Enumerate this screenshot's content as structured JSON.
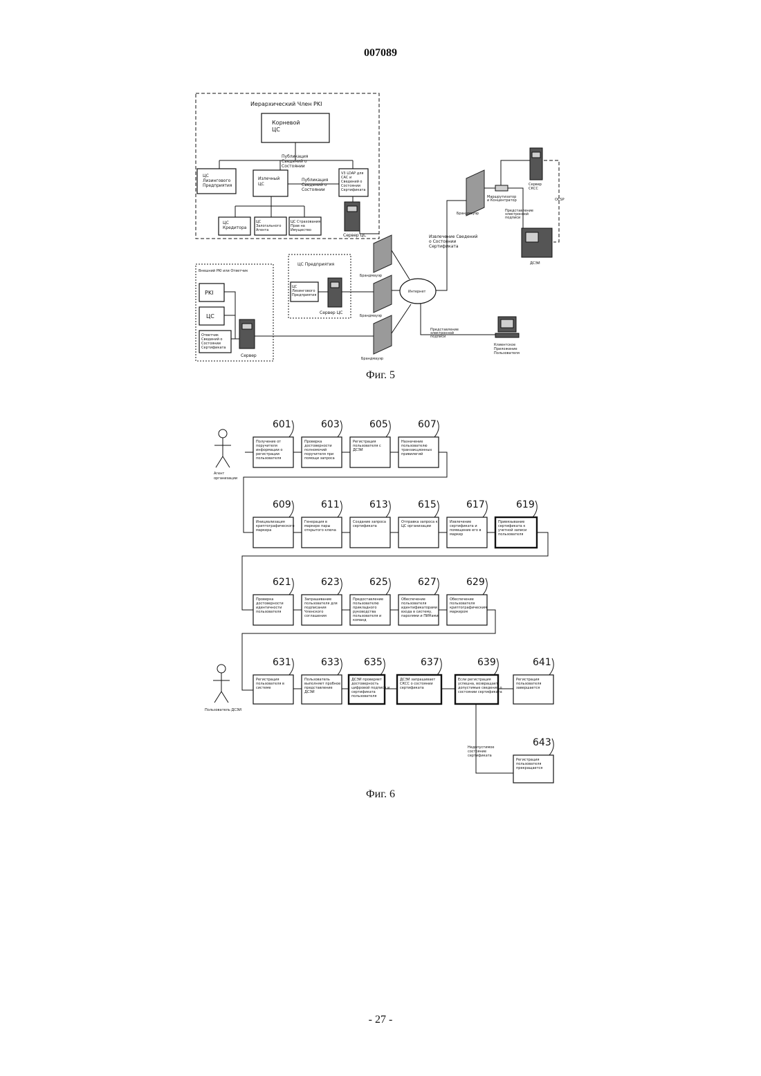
{
  "doc_number": "007089",
  "page_number": "- 27 -",
  "fig5": {
    "caption": "Фиг. 5",
    "hier_title": "Иерархический Член PKI",
    "root_ca": [
      "Корневой",
      "ЦС"
    ],
    "publish1": [
      "Публикация",
      "Сведений о",
      "Состоянии"
    ],
    "enterprise_ca": [
      "ЦС",
      "Лизингового",
      "Предприятия"
    ],
    "issuing_ca": [
      "Излечный",
      "ЦС"
    ],
    "publish2": [
      "Публикация",
      "Сведений о",
      "Состоянии"
    ],
    "ldap": [
      "V3 LDAP для",
      "САС и",
      "Сведений о",
      "Состоянии",
      "Сертификата"
    ],
    "creditor_ca": [
      "ЦС",
      "Кредитора"
    ],
    "agent_ca": [
      "ЦС",
      "Залогального",
      "Агента"
    ],
    "insurance_ca": [
      "ЦС Страхования",
      "Прав на",
      "Имущество"
    ],
    "ca_server": "Сервер ЦС",
    "external_title": "Внешний PKI или Ответчик",
    "pki": "PKI",
    "cs": "ЦС",
    "responder": [
      "Ответчик",
      "Сведений о",
      "Состоянии",
      "Сертификата"
    ],
    "server": "Сервер",
    "enterprise_box_title": "ЦС Предприятия",
    "lessee_ca": [
      "ЦС",
      "Лизингового",
      "Предприятия"
    ],
    "ca_server2": "Сервер ЦС",
    "firewall": "Брандмауэр",
    "internet": "Интернет",
    "extract_status": [
      "Извлечение Сведений",
      "о Состоянии",
      "Сертификата"
    ],
    "router": [
      "Маршрутизатор",
      "и Концентратор"
    ],
    "scss_server": [
      "Сервер",
      "СКСС"
    ],
    "ocsp": "OCSP",
    "sig_submit": [
      "Представление",
      "электронной",
      "подписи"
    ],
    "dsei": "ДСЭИ",
    "sig_submit2": [
      "Представление",
      "электронной",
      "подписи"
    ],
    "client_app": [
      "Клиентское",
      "Приложение",
      "Пользователя"
    ]
  },
  "fig6": {
    "caption": "Фиг. 6",
    "actor1": [
      "Агент",
      "организации"
    ],
    "actor2": "Пользователь ДСЭИ",
    "steps": [
      {
        "num": "601",
        "text": [
          "Получение от",
          "поручителя",
          "информации о",
          "регистрации",
          "пользователя"
        ]
      },
      {
        "num": "603",
        "text": [
          "Проверка",
          "достоверности",
          "полномочий",
          "поручителя при",
          "помощи запроса"
        ]
      },
      {
        "num": "605",
        "text": [
          "Регистрация",
          "пользователя с",
          "ДСЭИ"
        ]
      },
      {
        "num": "607",
        "text": [
          "Назначение",
          "пользователю",
          "транзакционных",
          "привилегий"
        ]
      },
      {
        "num": "609",
        "text": [
          "Инициализация",
          "криптографического",
          "маркера"
        ]
      },
      {
        "num": "611",
        "text": [
          "Генерация в",
          "маркере пары",
          "открытого ключа"
        ]
      },
      {
        "num": "613",
        "text": [
          "Создание запроса",
          "сертификата"
        ]
      },
      {
        "num": "615",
        "text": [
          "Отправка запроса к",
          "ЦС организации"
        ]
      },
      {
        "num": "617",
        "text": [
          "Извлечение",
          "сертификата и",
          "помещение его в",
          "маркер"
        ]
      },
      {
        "num": "619",
        "text": [
          "Привязывание",
          "сертификата к",
          "учетной записи",
          "пользователя"
        ]
      },
      {
        "num": "621",
        "text": [
          "Проверка",
          "достоверности",
          "идентичности",
          "пользователя"
        ]
      },
      {
        "num": "623",
        "text": [
          "Запрашивание",
          "пользователя для",
          "подписания",
          "Членского",
          "соглашения"
        ]
      },
      {
        "num": "625",
        "text": [
          "Предоставление",
          "пользователю",
          "прикладного",
          "руководства",
          "пользователя и",
          "команд"
        ]
      },
      {
        "num": "627",
        "text": [
          "Обеспечение",
          "пользователя",
          "идентификаторами",
          "входа в систему,",
          "паролями и ПИНами"
        ]
      },
      {
        "num": "629",
        "text": [
          "Обеспечение",
          "пользователя",
          "криптографическим",
          "маркером"
        ]
      },
      {
        "num": "631",
        "text": [
          "Регистрация",
          "пользователя в",
          "системе"
        ]
      },
      {
        "num": "633",
        "text": [
          "Пользователь",
          "выполняет пробное",
          "представление",
          "ДСЭИ"
        ]
      },
      {
        "num": "635",
        "text": [
          "ДСЭИ проверяет",
          "достоверность",
          "цифровой подписи и",
          "сертификата",
          "пользователя"
        ]
      },
      {
        "num": "637",
        "text": [
          "ДСЭИ запрашивает",
          "СКСС о состоянии",
          "сертификата"
        ]
      },
      {
        "num": "639",
        "text": [
          "Если регистрация",
          "успешна, возвращает",
          "допустимые сведения о",
          "состоянии сертификата"
        ]
      },
      {
        "num": "641",
        "text": [
          "Регистрация",
          "пользователя",
          "завершается"
        ]
      },
      {
        "num": "643",
        "text": [
          "Регистрация",
          "пользователя",
          "прекращается"
        ]
      }
    ],
    "invalid_status": [
      "Недопустимое",
      "состояние",
      "сертификата"
    ]
  }
}
